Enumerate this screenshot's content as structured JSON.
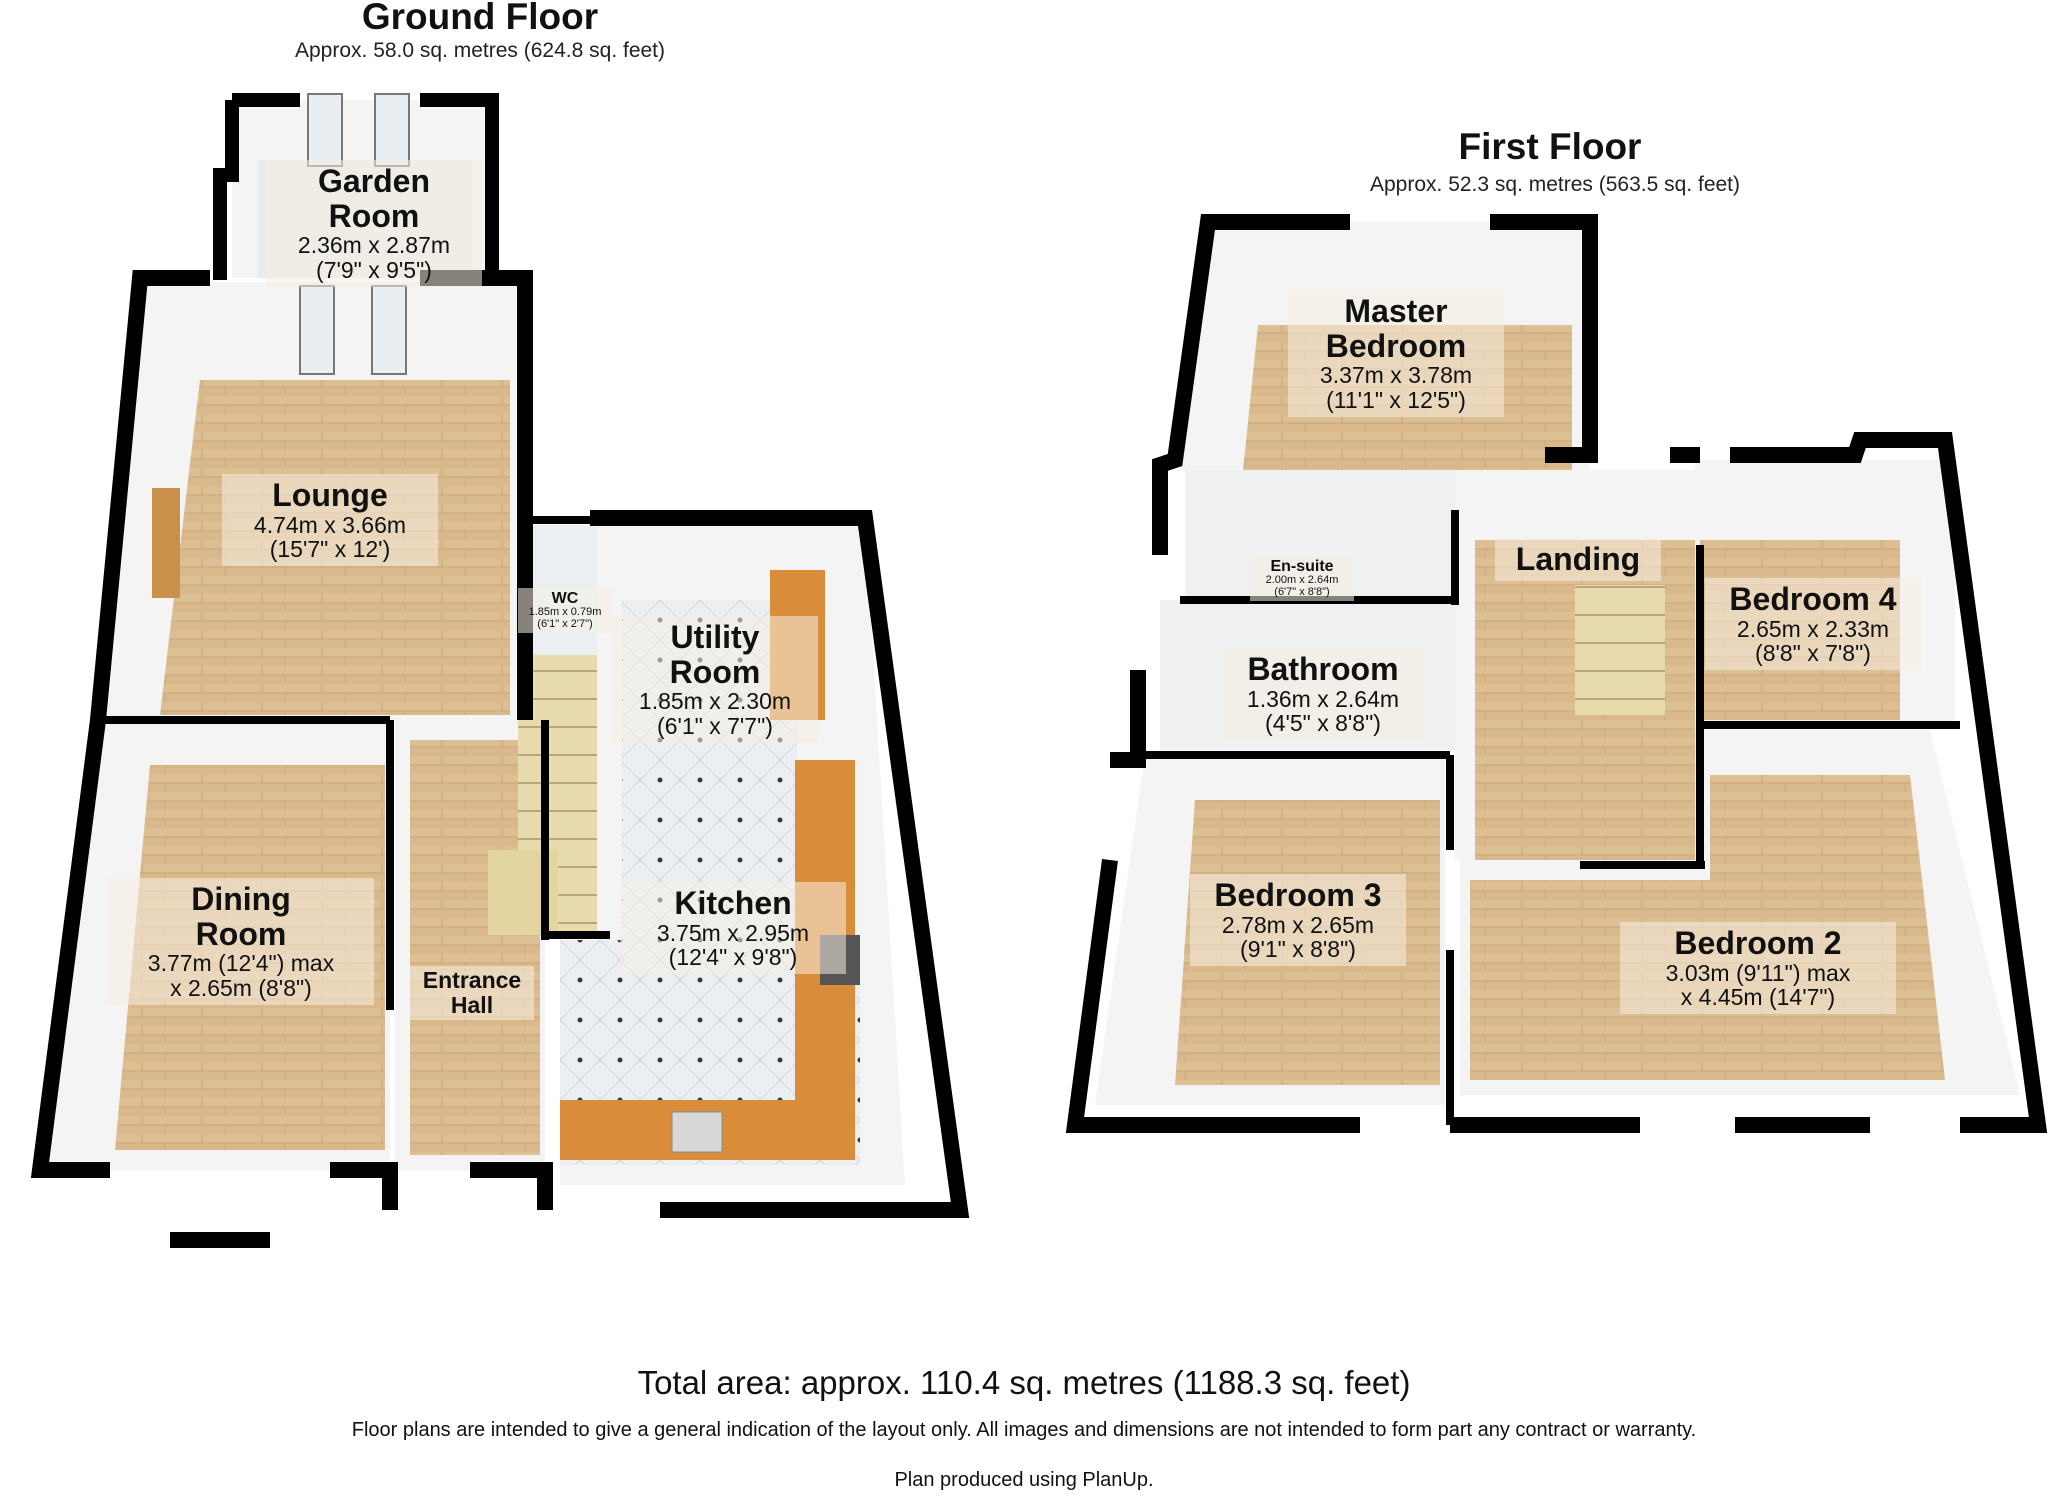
{
  "ground_floor": {
    "title": "Ground Floor",
    "area": "Approx. 58.0 sq. metres (624.8 sq. feet)",
    "rooms": {
      "garden_room": {
        "name": "Garden\nRoom",
        "dims": "2.36m x 2.87m\n(7'9\" x 9'5\")"
      },
      "lounge": {
        "name": "Lounge",
        "dims": "4.74m x 3.66m\n(15'7\" x 12')"
      },
      "wc": {
        "name": "WC",
        "dims": "1.85m x 0.79m\n(6'1\" x 2'7\")"
      },
      "utility_room": {
        "name": "Utility\nRoom",
        "dims": "1.85m x 2.30m\n(6'1\" x 7'7\")"
      },
      "dining_room": {
        "name": "Dining\nRoom",
        "dims": "3.77m (12'4\") max\nx 2.65m (8'8\")"
      },
      "entrance_hall": {
        "name": "Entrance\nHall"
      },
      "kitchen": {
        "name": "Kitchen",
        "dims": "3.75m x 2.95m\n(12'4\" x 9'8\")"
      }
    }
  },
  "first_floor": {
    "title": "First Floor",
    "area": "Approx. 52.3 sq. metres (563.5 sq. feet)",
    "rooms": {
      "master_bedroom": {
        "name": "Master\nBedroom",
        "dims": "3.37m x 3.78m\n(11'1\" x 12'5\")"
      },
      "ensuite": {
        "name": "En-suite",
        "dims": "2.00m x 2.64m\n(6'7\" x 8'8\")"
      },
      "landing": {
        "name": "Landing"
      },
      "bedroom4": {
        "name": "Bedroom 4",
        "dims": "2.65m x 2.33m\n(8'8\" x 7'8\")"
      },
      "bathroom": {
        "name": "Bathroom",
        "dims": "1.36m x 2.64m\n(4'5\" x 8'8\")"
      },
      "bedroom3": {
        "name": "Bedroom 3",
        "dims": "2.78m x 2.65m\n(9'1\" x 8'8\")"
      },
      "bedroom2": {
        "name": "Bedroom 2",
        "dims": "3.03m (9'11\") max\nx 4.45m (14'7\")"
      }
    }
  },
  "footer": {
    "total": "Total area: approx. 110.4 sq. metres (1188.3 sq. feet)",
    "disclaimer": "Floor plans are intended to give a general indication of the layout only. All images and dimensions are not intended to form part any contract or warranty.",
    "credit": "Plan produced using PlanUp."
  },
  "colors": {
    "wall": "#000000",
    "floor_wood": "#d9b98c",
    "floor_tile": "#e9ecee",
    "worktop": "#d98c3a",
    "wall_inner": "#f4f4f4"
  }
}
